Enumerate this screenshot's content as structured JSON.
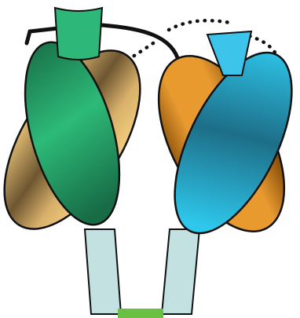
{
  "diagram": {
    "kind": "schematic dimeric domain structure",
    "background": "#ffffff",
    "colors": {
      "green_domain_dark": "#176b45",
      "green_domain_light": "#2dba78",
      "tan_domain_dark": "#6e5631",
      "tan_domain_light": "#f0ca7c",
      "orange_domain_dark": "#8a4f0b",
      "orange_domain_light": "#e89a2f",
      "cyan_domain_dark": "#1d6e88",
      "cyan_domain_light": "#2ec8ec",
      "green_cap": "#2db87a",
      "cyan_cap": "#3cc4ea",
      "stalk_fill": "#c2e1e0",
      "base_bar": "#69c043",
      "outline": "#111111"
    },
    "linkers": [
      {
        "from": "left-green-cap",
        "to": "right-orange-domain",
        "style": "solid"
      },
      {
        "from": "left-green-cap",
        "to": "right-cyan-domain",
        "style": "dotted"
      },
      {
        "from": "right-cyan-cap",
        "to": "right-cyan-domain",
        "style": "dotted"
      }
    ]
  }
}
